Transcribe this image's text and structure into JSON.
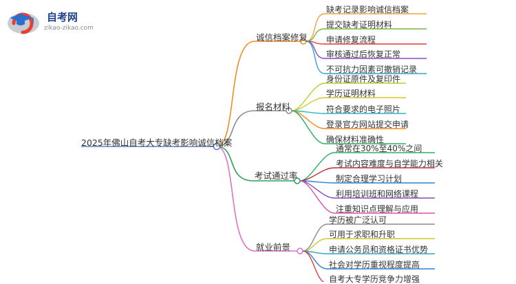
{
  "logo": {
    "title": "自考网",
    "url": "zikao-zikao.com",
    "icon": "graduation-cap-icon",
    "colors": {
      "red": "#e8402f",
      "blue": "#2d6fcf",
      "gray": "#c9ccd2"
    }
  },
  "mindmap": {
    "root": "2025年佛山自考大专缺考影响诚信档案",
    "branches": [
      {
        "label": "诚信档案修复",
        "color": "#f08c1f",
        "children": [
          {
            "label": "缺考记录影响诚信档案",
            "color": "#f2a33a"
          },
          {
            "label": "提交缺考证明材料",
            "color": "#79b83a"
          },
          {
            "label": "申请修复流程",
            "color": "#e23b3b"
          },
          {
            "label": "审核通过后恢复正常",
            "color": "#8c4bc2"
          },
          {
            "label": "不可抗力因素可撤销记录",
            "color": "#2fa4cf"
          }
        ]
      },
      {
        "label": "报名材料",
        "color": "#8b8b8b",
        "children": [
          {
            "label": "身份证原件及复印件",
            "color": "#b3cf2a"
          },
          {
            "label": "学历证明材料",
            "color": "#d9c72a"
          },
          {
            "label": "符合要求的电子照片",
            "color": "#2fb3c8"
          },
          {
            "label": "登录官方网站提交申请",
            "color": "#f08c1f"
          },
          {
            "label": "确保材料准确性",
            "color": "#2eae63"
          }
        ]
      },
      {
        "label": "考试通过率",
        "color": "#2e9e5b",
        "children": [
          {
            "label": "通常在30%至40%之间",
            "color": "#2eae63"
          },
          {
            "label": "考试内容难度与自学能力相关",
            "color": "#c02a2a"
          },
          {
            "label": "制定合理学习计划",
            "color": "#2f7fd0"
          },
          {
            "label": "利用培训班和网络课程",
            "color": "#8c4bc2"
          },
          {
            "label": "注重知识点理解与应用",
            "color": "#e04fa8"
          }
        ]
      },
      {
        "label": "就业前景",
        "color": "#e070c8",
        "children": [
          {
            "label": "学历被广泛认可",
            "color": "#8b8b8b"
          },
          {
            "label": "可用于求职和升职",
            "color": "#c9c92a"
          },
          {
            "label": "申请公务员和资格证书优势",
            "color": "#2fa4cf"
          },
          {
            "label": "社会对学历重视程度提高",
            "color": "#2f7fd0"
          },
          {
            "label": "自考大专学历竞争力增强",
            "color": "#e23b3b"
          }
        ]
      }
    ]
  }
}
